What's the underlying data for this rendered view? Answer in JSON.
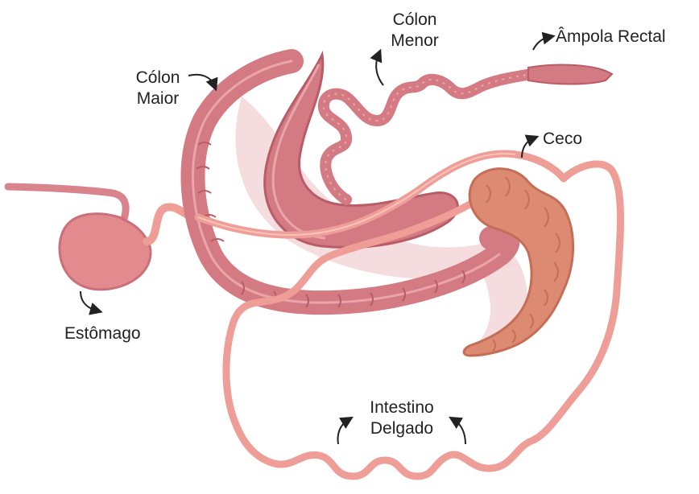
{
  "labels": {
    "colon_maior": [
      "Cólon",
      "Maior"
    ],
    "colon_menor": [
      "Cólon",
      "Menor"
    ],
    "ampola_rectal": "Âmpola Rectal",
    "ceco": "Ceco",
    "estomago": "Estômago",
    "intestino_delgado": [
      "Intestino",
      "Delgado"
    ]
  },
  "colors": {
    "colon": "#d47a83",
    "colon_dark": "#b85c67",
    "colon_light": "#e9a5ab",
    "mesentery": "#f3d7d9",
    "small_intestine": "#ee9e96",
    "small_intestine_dark": "#d98178",
    "cecum": "#dd8a72",
    "cecum_dark": "#c66d57",
    "stomach": "#e28a8e",
    "stomach_dark": "#c9707a",
    "label_text": "#222222",
    "arrow": "#222222"
  }
}
